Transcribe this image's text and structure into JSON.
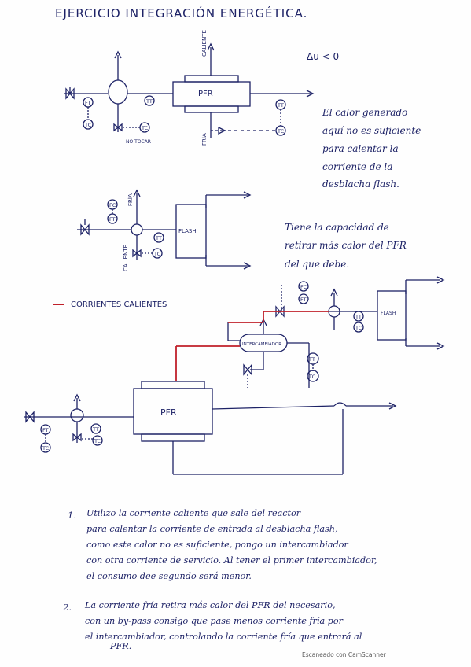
{
  "title": "EJERCICIO INTEGRACIÓN ENERGÉTICA.",
  "delta_u": "Δu < 0",
  "diagram1": {
    "reactor": "PFR",
    "hot_label": "CALIENTE",
    "cold_label": "FRÍA",
    "no_touch": "NO TOCAR",
    "tags": {
      "ft": "FT",
      "tc": "TC",
      "tt": "TT"
    }
  },
  "note1": [
    "El calor generado",
    "aquí no es suficiente",
    "para calentar la",
    "corriente de la",
    "desblacha flash."
  ],
  "diagram2": {
    "vessel": "FLASH",
    "cold_label": "FRÍA",
    "hot_label": "CALIENTE",
    "tags": {
      "fc": "FC",
      "ft": "FT",
      "tt": "TT",
      "tc": "TC"
    }
  },
  "note2": [
    "Tiene la capacidad de",
    "retirar más calor del PFR",
    "del que debe."
  ],
  "legend_hot": "CORRIENTES CALIENTES",
  "diagram3": {
    "reactor": "PFR",
    "exchanger": "INTERCAMBIADOR",
    "vessel": "FLASH",
    "tags": {
      "fc": "FC",
      "ft": "FT",
      "tt": "TT",
      "tc": "TC"
    }
  },
  "paragraph1": {
    "number": "1.",
    "lines": [
      "Utilizo la corriente caliente que sale del reactor",
      "para calentar la corriente de entrada al desblacha flash,",
      "como este calor no es suficiente, pongo un intercambiador",
      "con otra corriente de servicio. Al tener el primer intercambiador,",
      "el consumo dee segundo será menor."
    ]
  },
  "paragraph2": {
    "number": "2.",
    "lines": [
      "La corriente fría retira más calor del PFR del necesario,",
      "con un by-pass consigo que pase menos corriente fría por",
      "el intercambiador, controlando la corriente fría que entrará al",
      "PFR."
    ]
  },
  "footer": "Escaneado con CamScanner",
  "colors": {
    "ink": "#1d2266",
    "hot": "#c0202a"
  }
}
